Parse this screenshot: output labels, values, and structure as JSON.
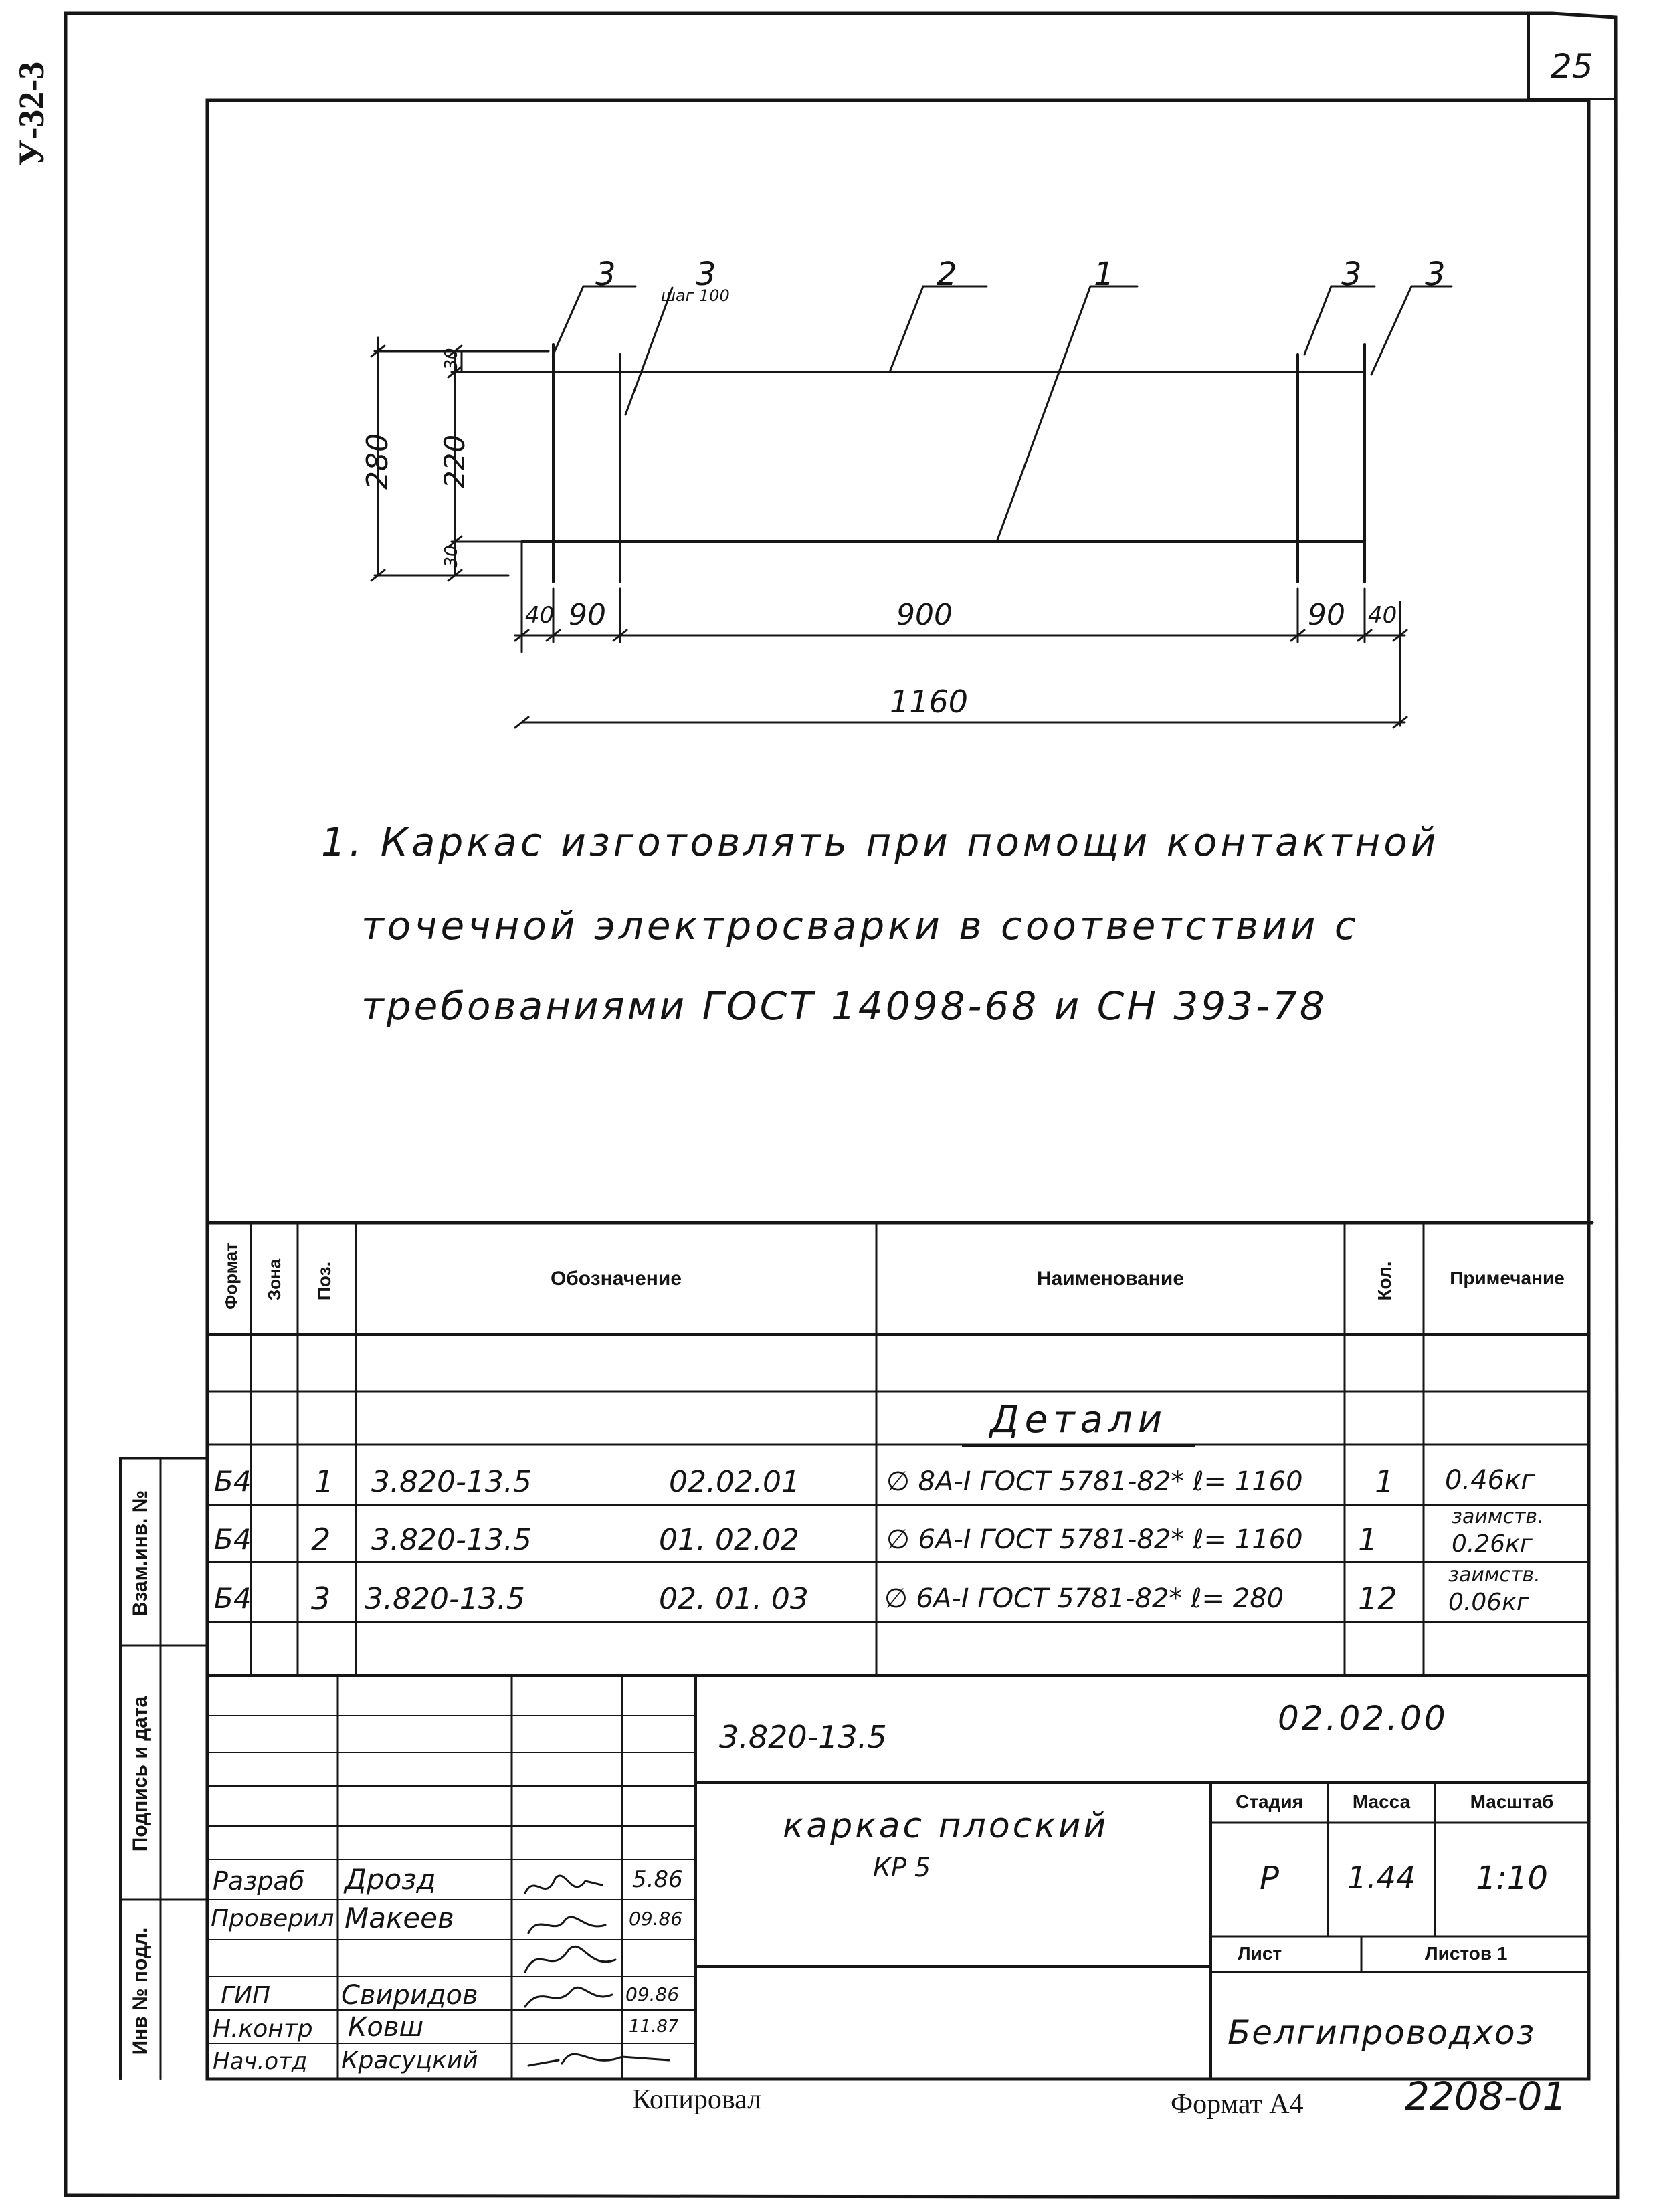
{
  "sheet": {
    "side_code": "У-32-3",
    "sheet_number": "25"
  },
  "drawing": {
    "positions": {
      "p3_left": "3",
      "p3_left2": "3",
      "p3_step": "шаг 100",
      "p2": "2",
      "p1": "1",
      "p3_right": "3",
      "p3_right2": "3"
    },
    "dims": {
      "total_height": "280",
      "top_offset": "30",
      "middle": "220",
      "bottom_offset": "30",
      "left_edge": "40",
      "left_span": "90",
      "center_span": "900",
      "right_span": "90",
      "right_edge": "40",
      "overall_length": "1160"
    }
  },
  "notes": {
    "line1": "1. Каркас изготовлять при помощи контактной",
    "line2": "точечной электросварки в соответствии с",
    "line3": "требованиями ГОСТ 14098-68 и СН 393-78"
  },
  "spec_table": {
    "headers": {
      "format": "Формат",
      "zone": "Зона",
      "pos": "Поз.",
      "designation": "Обозначение",
      "name": "Наименование",
      "qty": "Кол.",
      "note": "Примечание"
    },
    "section_title": "Детали",
    "rows": [
      {
        "format": "Б4",
        "pos": "1",
        "doc": "3.820-13.5",
        "code": "02.02.01",
        "name": "∅ 8A-I ГОСТ 5781-82* ℓ= 1160",
        "qty": "1",
        "note1": "",
        "note2": "0.46кг"
      },
      {
        "format": "Б4",
        "pos": "2",
        "doc": "3.820-13.5",
        "code": "01. 02.02",
        "name": "∅ 6A-I ГОСТ 5781-82* ℓ= 1160",
        "qty": "1",
        "note1": "заимств.",
        "note2": "0.26кг"
      },
      {
        "format": "Б4",
        "pos": "3",
        "doc": "3.820-13.5",
        "code": "02. 01. 03",
        "name": "∅ 6A-I ГОСТ 5781-82* ℓ= 280",
        "qty": "12",
        "note1": "заимств.",
        "note2": "0.06кг"
      }
    ]
  },
  "side_stamp": {
    "vz_inv": "Взам.инв. №",
    "sign_date": "Подпись и дата",
    "inv_podl": "Инв № подл."
  },
  "title_block": {
    "doc_number": "3.820-13.5",
    "doc_code": "02.02.00",
    "title_line1": "каркас плоский",
    "title_line2": "КР 5",
    "stage_label": "Стадия",
    "mass_label": "Масса",
    "scale_label": "Масштаб",
    "stage": "Р",
    "mass": "1.44",
    "scale": "1:10",
    "sheet_label": "Лист",
    "sheets_label": "Листов 1",
    "organization": "Белгипроводхоз",
    "staff": [
      {
        "role": "Разраб",
        "name": "Дрозд",
        "date": "5.86"
      },
      {
        "role": "Проверил",
        "name": "Макеев",
        "date": "09.86"
      },
      {
        "role": "ГИП",
        "name": "Свиридов",
        "date": "09.86"
      },
      {
        "role": "Н.контр",
        "name": "Ковш",
        "date": "11.87"
      },
      {
        "role": "Нач.отд",
        "name": "Красуцкий",
        "date": ""
      }
    ]
  },
  "footer": {
    "copied": "Копировал",
    "format": "Формат А4",
    "order_number": "2208-01"
  }
}
